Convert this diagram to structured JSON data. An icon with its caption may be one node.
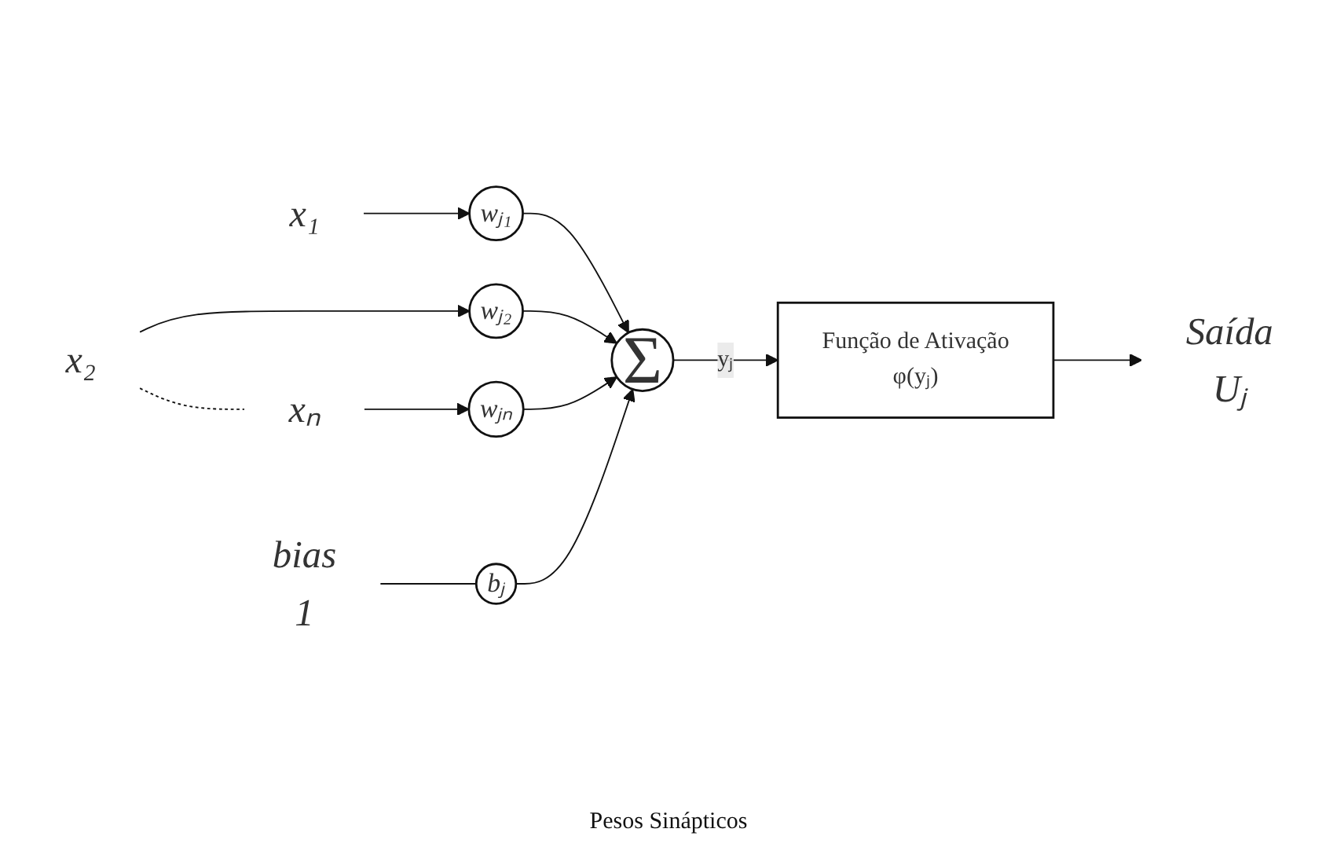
{
  "diagram": {
    "nodes": [
      {
        "text": [
          "x₁"
        ]
      },
      {
        "text": [
          "x₂"
        ]
      },
      {
        "text": [
          "xₙ"
        ]
      },
      {
        "text": [
          "wⱼ₁"
        ]
      },
      {
        "text": [
          "wⱼ₂"
        ]
      },
      {
        "text": [
          "wⱼₙ"
        ]
      },
      {
        "text": [
          "bias",
          "1"
        ]
      },
      {
        "text": [
          "bⱼ"
        ]
      },
      {
        "text": [
          "Σ"
        ]
      },
      {
        "text": [
          "Função de Ativação",
          "φ(yⱼ)"
        ]
      },
      {
        "text": [
          "Saída",
          "Uⱼ"
        ]
      }
    ],
    "edges": [
      {
        "from": 0,
        "to": 3,
        "arrow": "to"
      },
      {
        "from": 1,
        "to": 4,
        "arrow": "to"
      },
      {
        "from": 1,
        "to": 2,
        "arrow": "none",
        "style": "dashed"
      },
      {
        "from": 2,
        "to": 5,
        "arrow": "to"
      },
      {
        "from": 3,
        "to": 8,
        "arrow": "to"
      },
      {
        "from": 4,
        "to": 8,
        "arrow": "to"
      },
      {
        "from": 5,
        "to": 8,
        "arrow": "to"
      },
      {
        "from": 6,
        "to": 7,
        "arrow": "none"
      },
      {
        "from": 7,
        "to": 8,
        "arrow": "to"
      },
      {
        "from": 8,
        "to": 9,
        "label": "yⱼ",
        "arrow": "to"
      },
      {
        "from": 9,
        "to": 10,
        "arrow": "to"
      }
    ],
    "labels": [
      "Pesos Sinápticos"
    ]
  }
}
